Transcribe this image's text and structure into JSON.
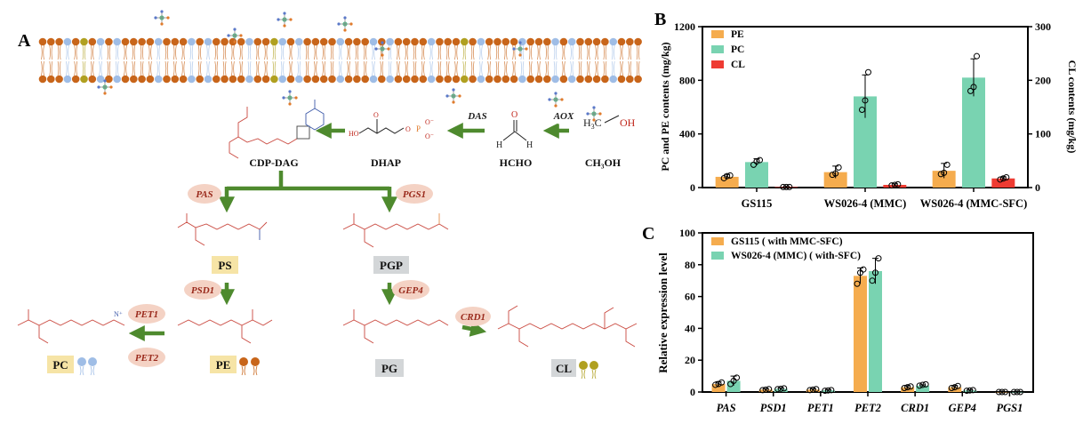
{
  "panel_labels": {
    "a": "A",
    "b": "B",
    "c": "C"
  },
  "pathway": {
    "enzymes": {
      "aox": "AOX",
      "das": "DAS",
      "pas": "PAS",
      "pgs1": "PGS1",
      "psd1": "PSD1",
      "gep4": "GEP4",
      "pet1": "PET1",
      "pet2": "PET2",
      "crd1": "CRD1"
    },
    "metabolites": {
      "ch3oh": "CH₃OH",
      "hcho": "HCHO",
      "dhap": "DHAP",
      "cdp_dag": "CDP-DAG",
      "ps": "PS",
      "pgp": "PGP",
      "pe": "PE",
      "pg": "PG",
      "pc": "PC",
      "cl": "CL"
    },
    "colors": {
      "arrow": "#4e8a2e",
      "enzyme_bubble": "#f4d2c4",
      "enzyme_text": "#9a2a1c",
      "head_orange": "#c8651a",
      "head_blue": "#9fbde6",
      "head_olive": "#b0a020",
      "box_yellow": "#f6e4a6",
      "box_gray": "#d3d6d8"
    }
  },
  "chart_data": [
    {
      "type": "bar",
      "panel": "B",
      "categories": [
        "GS115",
        "WS026-4 (MMC)",
        "WS026-4 (MMC-SFC)"
      ],
      "series": [
        {
          "name": "PE",
          "axis": "left",
          "color": "#f5ac4e",
          "values": [
            80,
            115,
            125
          ],
          "errors": [
            18,
            45,
            55
          ],
          "points": [
            [
              70,
              85,
              90
            ],
            [
              95,
              105,
              150
            ],
            [
              100,
              110,
              170
            ]
          ]
        },
        {
          "name": "PC",
          "axis": "left",
          "color": "#79d3b1",
          "values": [
            190,
            680,
            820
          ],
          "errors": [
            25,
            160,
            140
          ],
          "points": [
            [
              170,
              195,
              205
            ],
            [
              580,
              650,
              860
            ],
            [
              720,
              750,
              980
            ]
          ]
        },
        {
          "name": "CL",
          "axis": "right",
          "color": "#ee3b32",
          "values": [
            1,
            5,
            17
          ],
          "errors": [
            1,
            2,
            3
          ],
          "points": [
            [
              1,
              1,
              1
            ],
            [
              4,
              5,
              6
            ],
            [
              15,
              17,
              19
            ]
          ]
        }
      ],
      "ylabel": "PC and PE contents (mg/kg)",
      "ylabel_right": "CL contents (mg/kg)",
      "ylim": [
        0,
        1200
      ],
      "yticks": [
        0,
        400,
        800,
        1200
      ],
      "ylim_right": [
        0,
        300
      ],
      "yticks_right": [
        0,
        100,
        200,
        300
      ],
      "legend": "top-left"
    },
    {
      "type": "bar",
      "panel": "C",
      "categories": [
        "PAS",
        "PSD1",
        "PET1",
        "PET2",
        "CRD1",
        "GEP4",
        "PGS1"
      ],
      "series": [
        {
          "name": "GS115 ( with MMC-SFC)",
          "color": "#f5ac4e",
          "values": [
            5,
            1.5,
            1.5,
            73,
            3,
            3,
            0
          ],
          "errors": [
            1.5,
            0.5,
            0.5,
            5,
            1,
            1,
            0
          ],
          "points": [
            [
              4.5,
              5,
              6
            ],
            [
              1.2,
              1.5,
              1.8
            ],
            [
              1.2,
              1.5,
              1.8
            ],
            [
              68,
              75,
              77
            ],
            [
              2.5,
              3,
              3.5
            ],
            [
              2.5,
              3,
              3.8
            ],
            [
              0,
              0,
              0
            ]
          ]
        },
        {
          "name": "WS026-4 (MMC) ( with-SFC)",
          "color": "#79d3b1",
          "values": [
            7,
            2,
            1,
            76,
            4,
            1,
            0
          ],
          "errors": [
            3,
            0.5,
            0.3,
            8,
            0.5,
            0.3,
            0
          ],
          "points": [
            [
              5,
              7,
              9
            ],
            [
              1.8,
              2,
              2.3
            ],
            [
              0.8,
              1,
              1.2
            ],
            [
              70,
              75,
              84
            ],
            [
              4,
              4.5,
              4.8
            ],
            [
              0.8,
              1,
              1.2
            ],
            [
              0,
              0,
              0
            ]
          ]
        }
      ],
      "ylabel": "Relative expression level",
      "ylim": [
        0,
        100
      ],
      "yticks": [
        0,
        20,
        40,
        60,
        80,
        100
      ],
      "legend": "top-left"
    }
  ]
}
